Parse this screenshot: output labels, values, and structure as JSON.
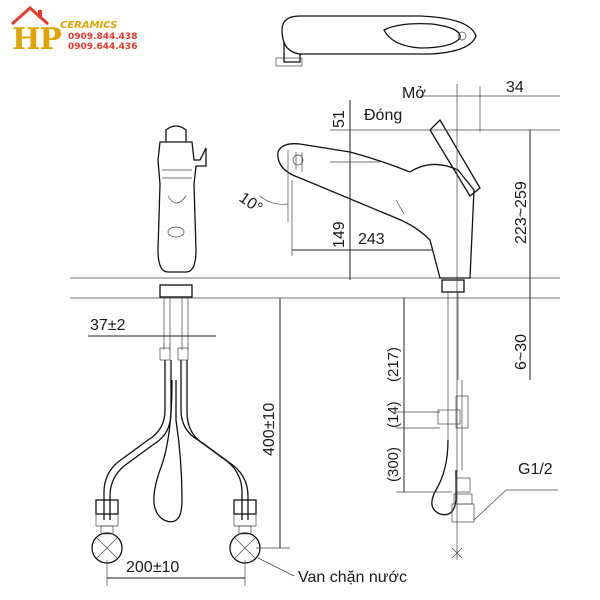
{
  "logo": {
    "initials": "HP",
    "brand": "CERAMICS",
    "phone_1": "0909.844.438",
    "phone_2": "0909.644.436",
    "colors": {
      "initials": "#e0a400",
      "phone": "#e43a2a"
    }
  },
  "annotations": {
    "open_label": "Mở",
    "close_label": "Đóng",
    "valve_label": "Van chặn nước",
    "thread_label": "G1/2",
    "angle_label": "10°"
  },
  "dimensions": {
    "handle_offset": "34",
    "handle_height": "51",
    "spout_height": "149",
    "spout_reach": "243",
    "total_height": "223~259",
    "deck_thickness": "6~30",
    "inlet_spacing": "37±2",
    "hose_length": "400±10",
    "valve_spacing": "200±10",
    "pullout_length": "(217)",
    "pullout_extra": "(14)",
    "pullout_total": "(300)"
  }
}
